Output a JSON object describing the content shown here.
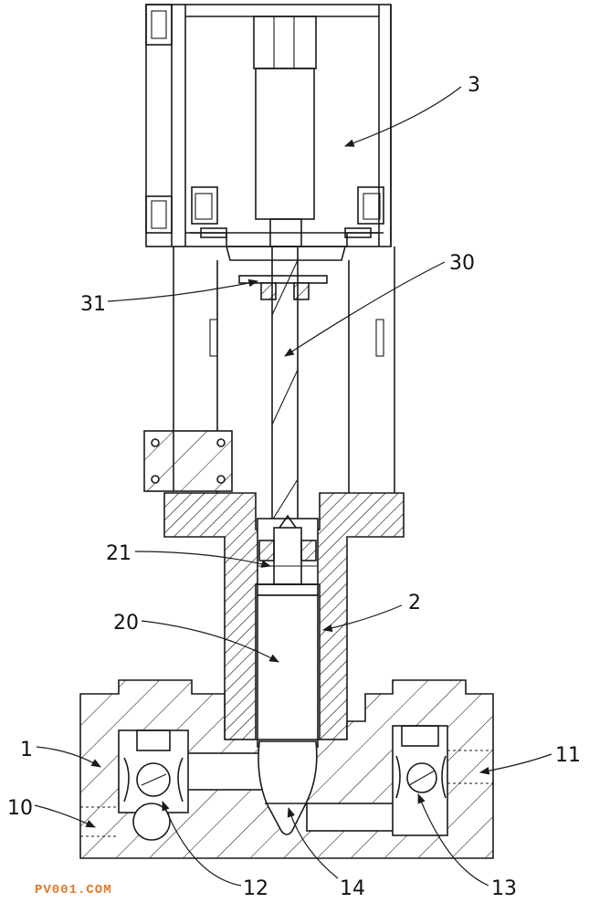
{
  "labels": {
    "l1": "1",
    "l2": "2",
    "l3": "3",
    "l10": "10",
    "l11": "11",
    "l12": "12",
    "l13": "13",
    "l14": "14",
    "l20": "20",
    "l21": "21",
    "l30": "30",
    "l31": "31"
  },
  "watermark": "PV001.COM",
  "colors": {
    "line": "#1a1a1a",
    "watermark": "#e07a2a",
    "background": "#ffffff"
  }
}
